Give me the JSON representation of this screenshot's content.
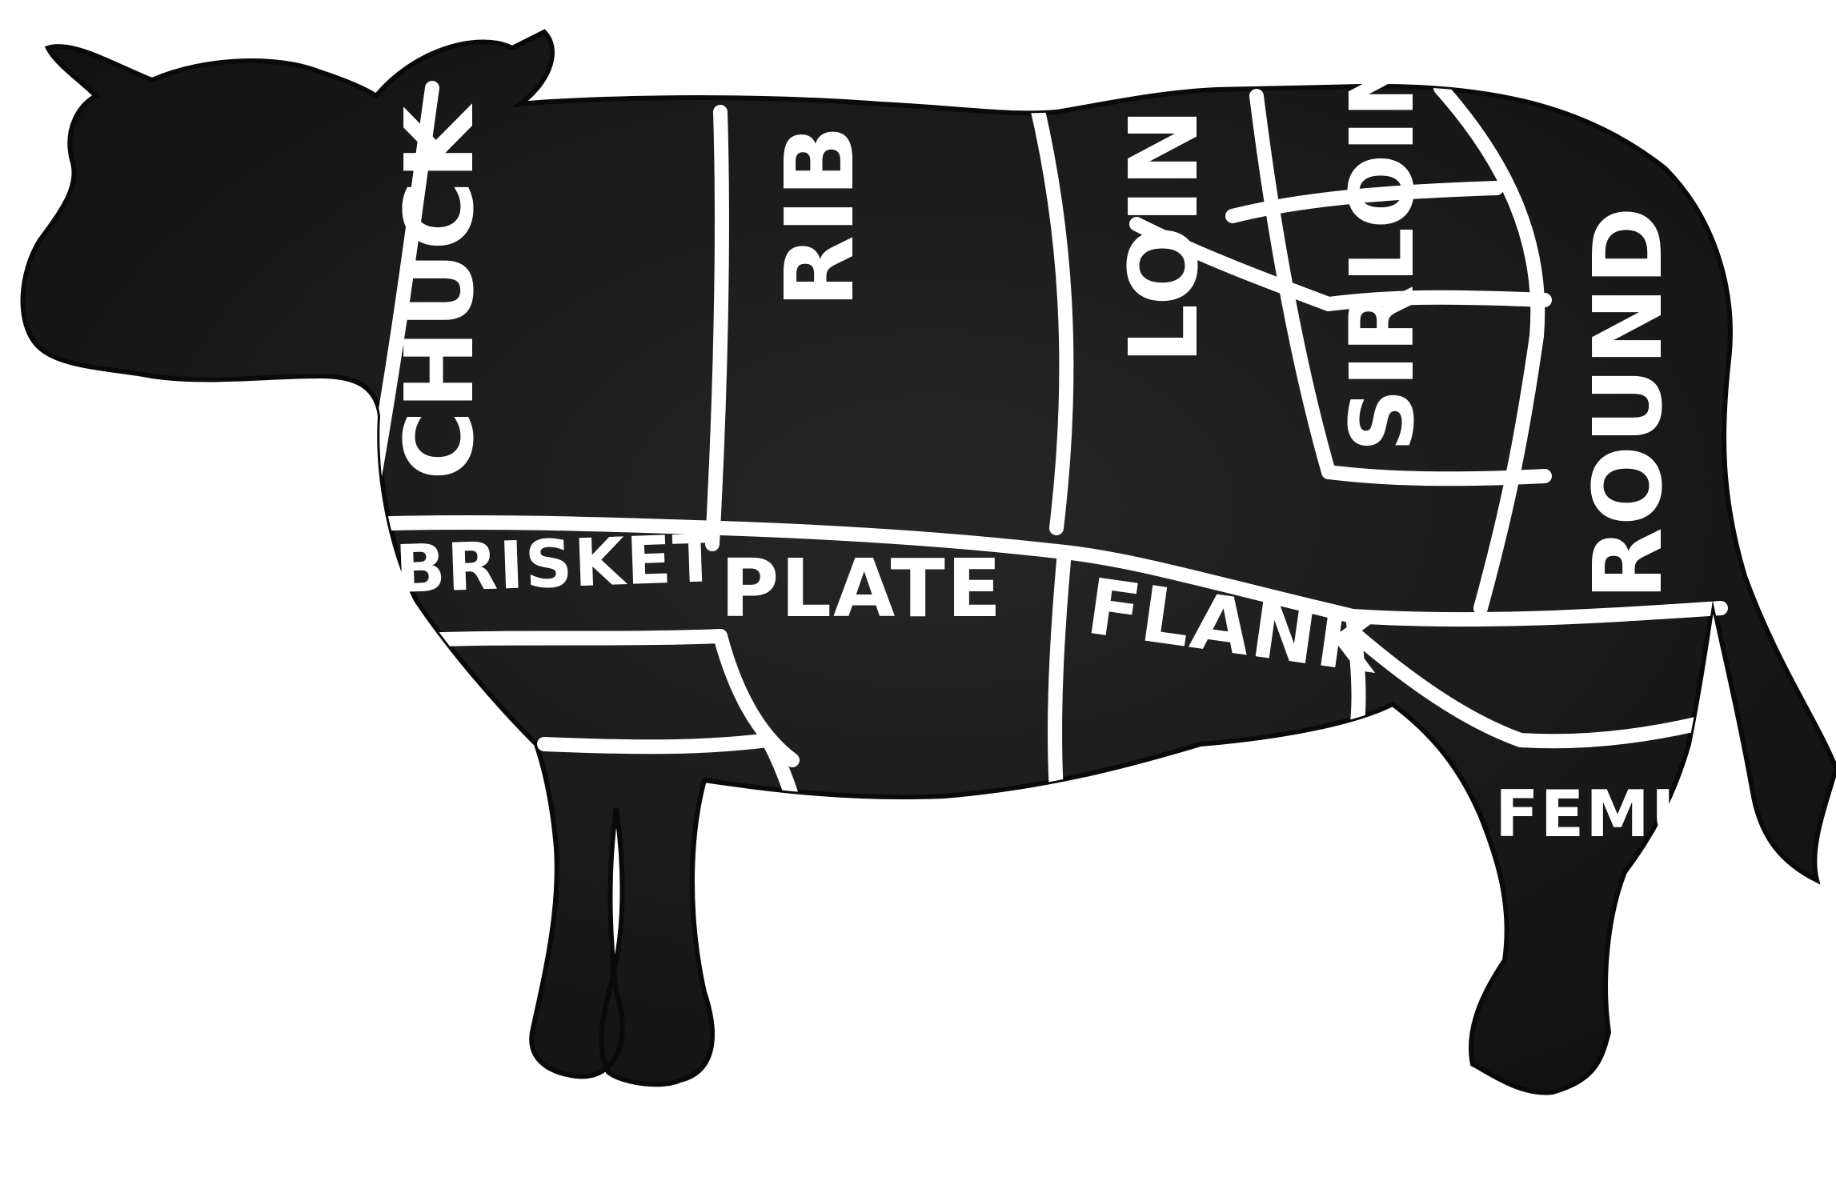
{
  "diagram": {
    "colors": {
      "background": "#ffffff",
      "body": "#141414",
      "body_texture": "#2a2a2a",
      "divider": "#ffffff",
      "label": "#ffffff"
    },
    "cuts": [
      {
        "id": "chuck",
        "label": "CHUCK"
      },
      {
        "id": "rib",
        "label": "RIB"
      },
      {
        "id": "loin",
        "label": "LOIN"
      },
      {
        "id": "sirloin",
        "label": "SIRLOIN"
      },
      {
        "id": "round",
        "label": "ROUND"
      },
      {
        "id": "brisket",
        "label": "BRISKET"
      },
      {
        "id": "plate",
        "label": "PLATE"
      },
      {
        "id": "flank",
        "label": "FLANK"
      },
      {
        "id": "femur",
        "label": "FEMUR"
      }
    ]
  }
}
